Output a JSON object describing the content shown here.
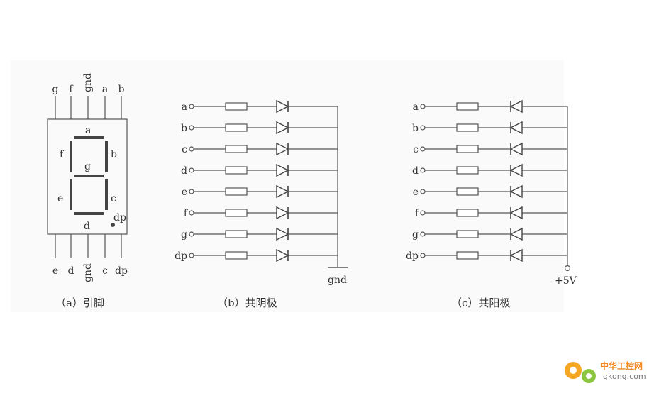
{
  "panel_a": {
    "caption": "（a）引脚",
    "top_pins": [
      "g",
      "f",
      "gnd",
      "a",
      "b"
    ],
    "bottom_pins": [
      "e",
      "d",
      "gnd",
      "c",
      "dp"
    ],
    "segments": [
      "a",
      "b",
      "c",
      "d",
      "e",
      "f",
      "g",
      "dp"
    ]
  },
  "panel_b": {
    "caption": "（b）共阴极",
    "inputs": [
      "a",
      "b",
      "c",
      "d",
      "e",
      "f",
      "g",
      "dp"
    ],
    "common_label": "gnd"
  },
  "panel_c": {
    "caption": "（c）共阳极",
    "inputs": [
      "a",
      "b",
      "c",
      "d",
      "e",
      "f",
      "g",
      "dp"
    ],
    "common_label": "+5V"
  },
  "watermark": {
    "name": "中华工控网",
    "url": "gkong.com",
    "color": "#f08a24"
  }
}
